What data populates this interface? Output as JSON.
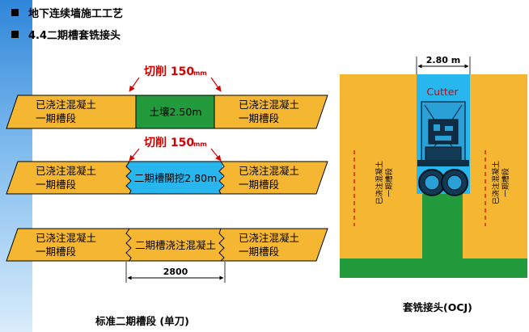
{
  "slide": {
    "bullets": [
      "地下连续墙施工工艺",
      "4.4二期槽套铣接头"
    ]
  },
  "left_diagram": {
    "row1": {
      "left": [
        "已浇注混凝土",
        "一期槽段"
      ],
      "middle": "土壤2.50m",
      "right": [
        "已浇注混凝土",
        "一期槽段"
      ]
    },
    "row2": {
      "left": [
        "已浇注混凝土",
        "一期槽段"
      ],
      "middle": "二期槽開挖2.80m",
      "right": [
        "已浇注混凝土",
        "一期槽段"
      ]
    },
    "row3": {
      "left": [
        "已浇注混凝土",
        "一期槽段"
      ],
      "middle": "二期槽浇注混凝土",
      "right": [
        "已浇注混凝土",
        "一期槽段"
      ]
    },
    "cut_label": "切削 150",
    "cut_unit": "mm",
    "dimension": "2800",
    "caption": "标准二期槽段 (单刀)"
  },
  "right_diagram": {
    "width_label": "2.80 m",
    "cutter_label": "Cutter",
    "left_wall_label": [
      "已浇注混凝土",
      "一期槽段"
    ],
    "right_wall_label": [
      "已浇注混凝土",
      "一期槽段"
    ],
    "caption": "套铣接头(OCJ)"
  },
  "colors": {
    "concrete": "#f5b731",
    "soil": "#239a3c",
    "excavation": "#27b7ee",
    "cut_text": "#d40000",
    "sidebar": "#4a9de3"
  }
}
